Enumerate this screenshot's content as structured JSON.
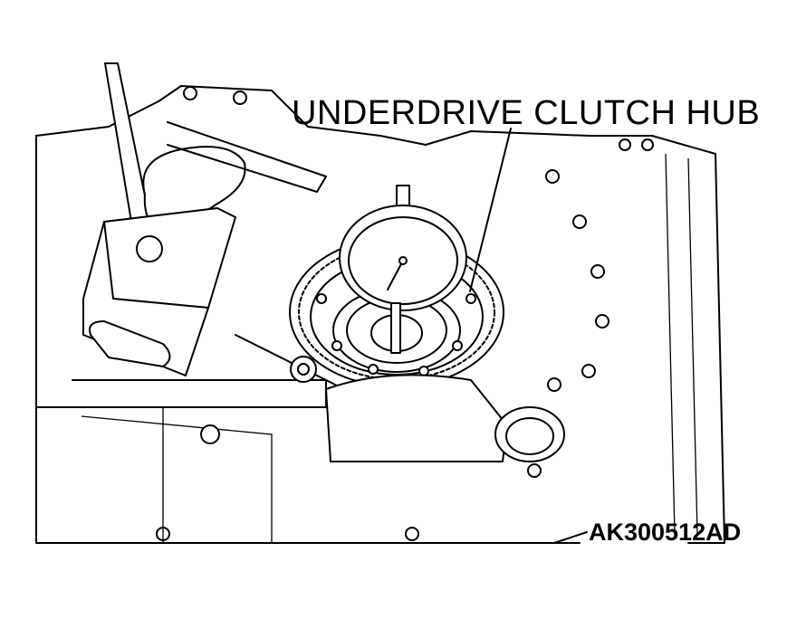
{
  "diagram": {
    "callout_label": "UNDERDRIVE CLUTCH HUB",
    "figure_id": "AK300512AD"
  },
  "illustration": {
    "subject": "dial-indicator-on-transaxle-case",
    "palette": {
      "line": "#000000",
      "background": "#ffffff"
    }
  }
}
